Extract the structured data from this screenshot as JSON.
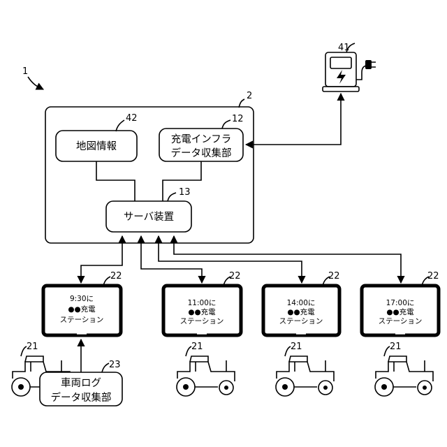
{
  "figure_ref": "1",
  "server": {
    "ref": "2"
  },
  "map_info": {
    "label": "地図情報",
    "ref": "42"
  },
  "charge_infra_collector": {
    "label_line1": "充電インフラ",
    "label_line2": "データ収集部",
    "ref": "12"
  },
  "server_device": {
    "label": "サーバ装置",
    "ref": "13"
  },
  "charger": {
    "ref": "41"
  },
  "terminals": [
    {
      "ref": "22",
      "line1": "9:30に",
      "line2": "●●充電",
      "line3": "ステーション"
    },
    {
      "ref": "22",
      "line1": "11:00に",
      "line2": "●●充電",
      "line3": "ステーション"
    },
    {
      "ref": "22",
      "line1": "14:00に",
      "line2": "●●充電",
      "line3": "ステーション"
    },
    {
      "ref": "22",
      "line1": "17:00に",
      "line2": "●●充電",
      "line3": "ステーション"
    }
  ],
  "vehicles": [
    {
      "ref": "21"
    },
    {
      "ref": "21"
    },
    {
      "ref": "21"
    },
    {
      "ref": "21"
    }
  ],
  "vehicle_log_collector": {
    "label_line1": "車両ログ",
    "label_line2": "データ収集部",
    "ref": "23"
  }
}
